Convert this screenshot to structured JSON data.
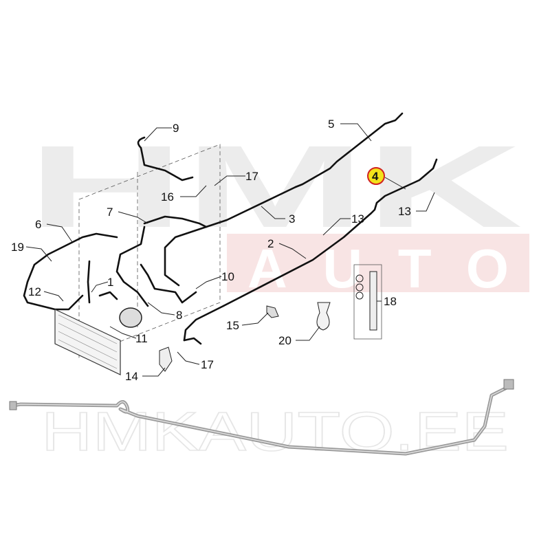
{
  "watermark": {
    "top": "HMK",
    "band": "AUTO",
    "bottom": "HMKAUTO.EE",
    "band_color": "#f8e4e4"
  },
  "highlight": {
    "label": "4",
    "fill": "#f3e21a",
    "stroke": "#d02020"
  },
  "callouts": [
    "9",
    "5",
    "4",
    "17",
    "16",
    "3",
    "13",
    "13",
    "7",
    "6",
    "19",
    "2",
    "12",
    "1",
    "10",
    "8",
    "18",
    "15",
    "11",
    "20",
    "17",
    "14"
  ]
}
